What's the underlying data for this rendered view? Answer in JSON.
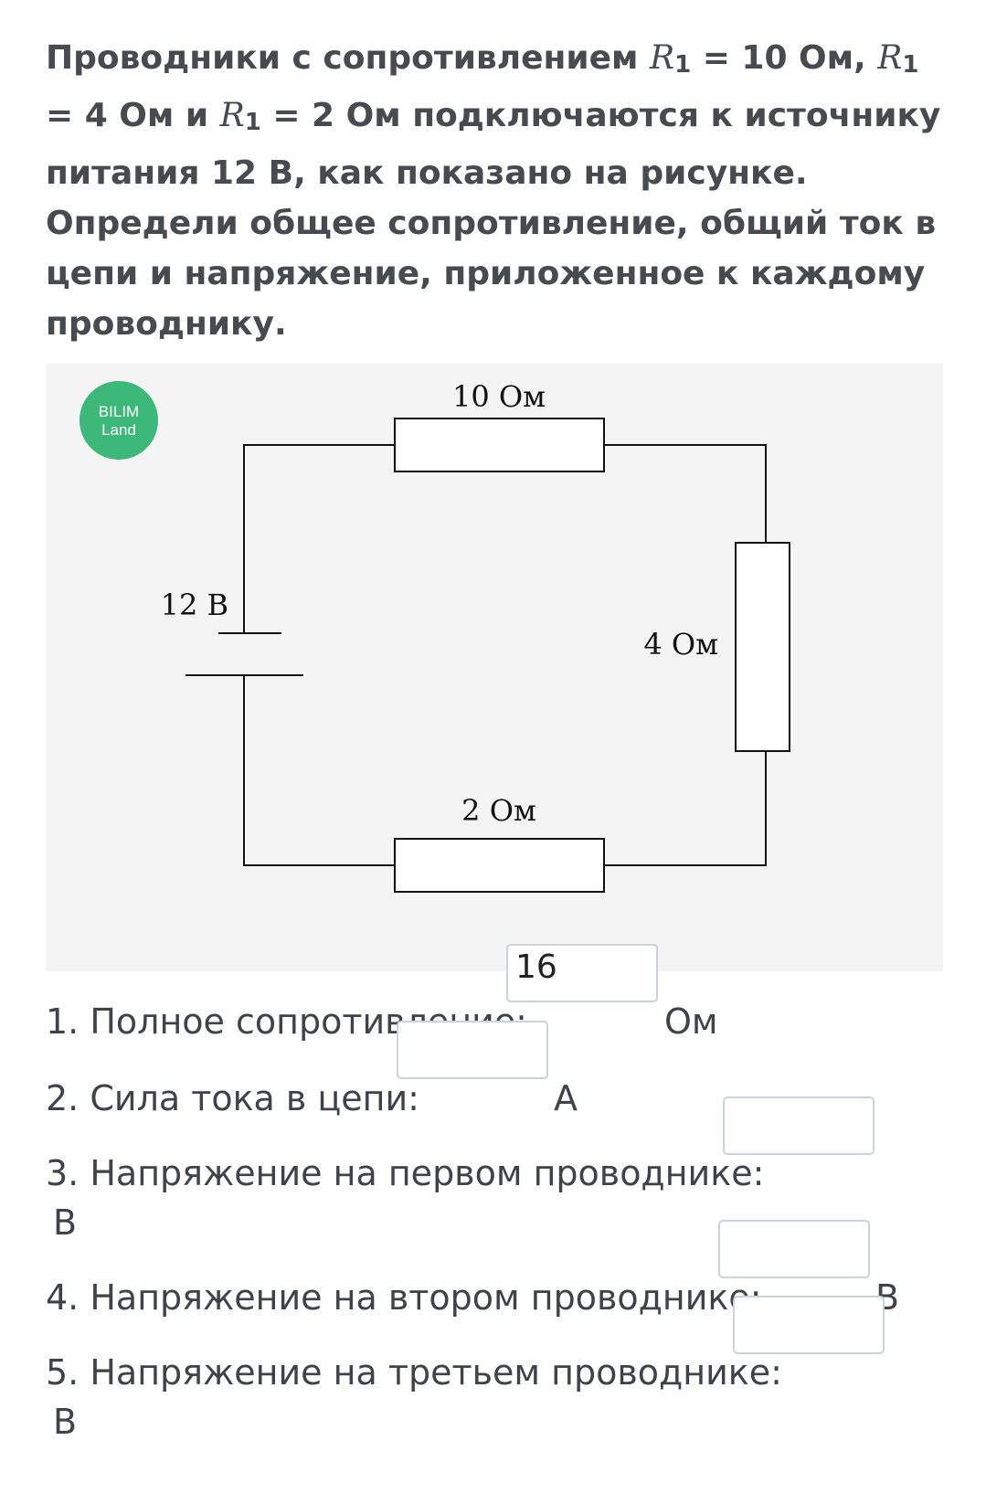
{
  "question": {
    "part1": "Проводники с сопротивлением ",
    "r1_symbol": "R",
    "r1_subscript": "1",
    "part2": " = 10 Ом, ",
    "r2_symbol": "R",
    "r2_subscript": "1",
    "part3": " = 4 Ом и ",
    "r3_symbol": "R",
    "r3_subscript": "1",
    "part4": " = 2 Ом подключаются к источнику питания 12 В, как показано на рисунке. Определи общее сопротивление, общий ток в цепи и напряжение, приложенное к каждому проводнику."
  },
  "logo": {
    "line1": "BILIM",
    "line2": "Land",
    "color": "#3cb878"
  },
  "circuit": {
    "label_top_resistor": "10 Ом",
    "label_right_resistor": "4 Ом",
    "label_bottom_resistor": "2 Ом",
    "label_battery": "12 В"
  },
  "items": [
    {
      "label": "1. Полное сопротивление:",
      "value": "16",
      "unit": "Ом"
    },
    {
      "label": "2. Сила тока в цепи:",
      "value": "",
      "unit": "А"
    },
    {
      "label": "3. Напряжение на первом проводнике:",
      "value": "",
      "unit": "В"
    },
    {
      "label": "4. Напряжение на втором проводнике:",
      "value": "",
      "unit": "В"
    },
    {
      "label": "5. Напряжение на третьем проводнике:",
      "value": "",
      "unit": "В"
    }
  ],
  "colors": {
    "text": "#3f4348",
    "input_border": "#c9d3da",
    "figure_bg": "#f4f4f4"
  }
}
